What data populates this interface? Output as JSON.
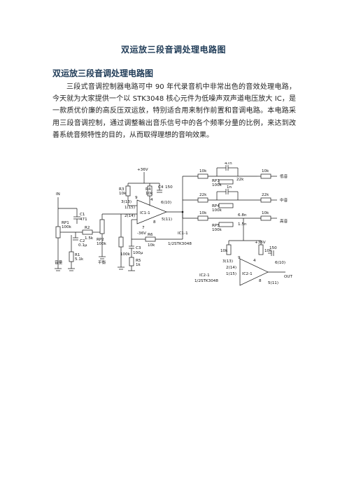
{
  "document": {
    "page_title": "双运放三段音调处理电路图",
    "section_title": "双运放三段音调处理电路图",
    "paragraph": "三段式音调控制器电路可中 90 年代录音机中非常出色的音效处理电路，今天就为大家提供一个以 STK3048 核心元件为低噪声双声道电压放大 IC，是一款质优价廉的高反压双运放，特别适合用来制作前置和音调电路。本电路采用三段音调控制，通过调整輸出音乐信号中的各个频率分量的比例，来达到改善系统音频特性的目的，从而取得理想的音响效果。"
  },
  "schematic": {
    "input_label": "IN",
    "output_label": "OUT",
    "supply_pos": "+36V",
    "supply_neg": "-36V",
    "ic1": "IC1-1",
    "ic1_part": "1/2STK3048",
    "ic2": "IC2-1",
    "ic2_part": "1/2STK3048",
    "band_bass": "低音",
    "band_mid": "中音",
    "band_treble": "高音",
    "ctrl_volume": "音量",
    "ctrl_balance": "平衡",
    "c1": "C1",
    "c1_val": "471",
    "rp1": "RP1",
    "rp1_val": "100k",
    "r1": "R1",
    "r1_val": "5.1k",
    "r2": "R2",
    "r2_val": "1.5k",
    "c2": "C2",
    "c2_val": "0.1μ",
    "rp2": "RP2",
    "rp2_val": "100k",
    "r3": "R3",
    "r3_val": "10k",
    "r4": "R4",
    "r4_val": "10k",
    "c4": "C4",
    "c4_val": "150",
    "r_100k": "100k",
    "c3": "C3",
    "c3_val": "100μ",
    "r5": "R5",
    "r5_val": "1k",
    "r6": "R6",
    "r6_val": "10k",
    "r_10k": "10k",
    "c_47n": "47n",
    "rp3": "RP3",
    "rp3_val": "100k",
    "r_22k": "22k",
    "c_1n": "1n",
    "rp4": "RP4",
    "rp4_val": "100k",
    "c_68n": "6.8n",
    "rp5": "RP5",
    "rp5_val": "100k",
    "c_15n": "1.5n",
    "c_150": "150",
    "pin_9": "9",
    "pin_4": "4",
    "pin_6_10": "6(10)",
    "pin_3_13": "3(13)",
    "pin_1_15": "1(15)",
    "pin_2_14": "2(14)",
    "pin_7": "7",
    "pin_8": "8",
    "pin_5_11": "5(11)"
  }
}
